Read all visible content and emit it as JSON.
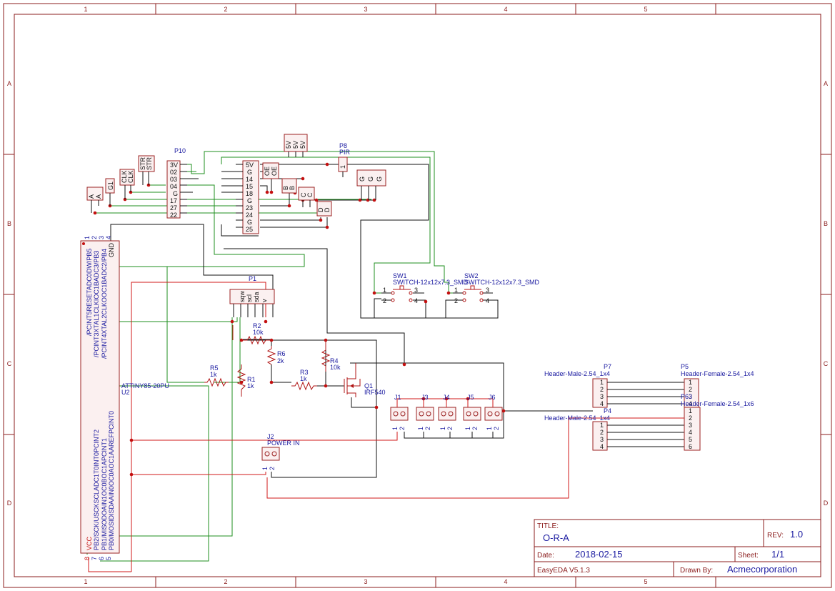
{
  "frame": {
    "columns": [
      "1",
      "2",
      "3",
      "4",
      "5"
    ],
    "rows": [
      "A",
      "B",
      "C",
      "D"
    ]
  },
  "title_block": {
    "title_label": "TITLE:",
    "title": "O-R-A",
    "rev_label": "REV:",
    "rev": "1.0",
    "date_label": "Date:",
    "date": "2018-02-15",
    "sheet_label": "Sheet:",
    "sheet": "1/1",
    "software": "EasyEDA V5.1.3",
    "drawn_by_label": "Drawn By:",
    "drawn_by": "Acmecorporation"
  },
  "components": {
    "P10": {
      "ref": "P10",
      "pins": [
        "3V",
        "02",
        "03",
        "04",
        "G",
        "17",
        "27",
        "22"
      ]
    },
    "P10b": {
      "pins": [
        "5V",
        "G",
        "14",
        "15",
        "18",
        "G",
        "23",
        "24",
        "G",
        "25"
      ]
    },
    "P8": {
      "ref": "P8",
      "value": "PIR",
      "pin": "1"
    },
    "V5": {
      "labels": [
        "5V",
        "5V",
        "5V"
      ]
    },
    "CLK": {
      "labels": [
        "CLK",
        "CLK"
      ]
    },
    "STR": {
      "labels": [
        "STR",
        "STR"
      ]
    },
    "G1": {
      "label": "G1"
    },
    "A": {
      "labels": [
        "A",
        "A"
      ]
    },
    "OE": {
      "labels": [
        "OE",
        "OE"
      ]
    },
    "B": {
      "labels": [
        "B",
        "B"
      ]
    },
    "C": {
      "labels": [
        "C",
        "C"
      ]
    },
    "D": {
      "labels": [
        "D",
        "D"
      ]
    },
    "GGG": {
      "labels": [
        "G",
        "G",
        "G"
      ]
    },
    "P1": {
      "ref": "P1",
      "pins": [
        "sqw",
        "scl",
        "sda",
        "v"
      ]
    },
    "U2": {
      "ref": "U2",
      "value": "ATTINY85-20PU",
      "top_pins": [
        "/PCINT5RESETADC0DW/PB5",
        "/PCINT3XTAL1CLKIOC1BADC3/PB3",
        "/PCINT4XTAL2CLKOOC1BADC2/PB4",
        "GND"
      ],
      "top_pin_numbers": [
        "1",
        "2",
        "3",
        "4"
      ],
      "bottom_pins": [
        "VCC",
        "PB2/SCK/USCKSCLADC1T0INT0PCINT2",
        "PB1/MISODOAIN1OC0BOC1APCINT1",
        "PB0/MOSIDISDAAIN0OC0AOC1AAREFPCINT0"
      ],
      "bottom_pin_numbers": [
        "8",
        "7",
        "6",
        "5"
      ]
    },
    "R1": {
      "ref": "R1",
      "value": "1k"
    },
    "R2": {
      "ref": "R2",
      "value": "10k"
    },
    "R3": {
      "ref": "R3",
      "value": "1k"
    },
    "R4": {
      "ref": "R4",
      "value": "10k"
    },
    "R5": {
      "ref": "R5",
      "value": "1k"
    },
    "R6": {
      "ref": "R6",
      "value": "2k"
    },
    "Q1": {
      "ref": "Q1",
      "value": "IRF540"
    },
    "SW1": {
      "ref": "SW1",
      "value": "SWITCH-12x12x7.3_SMD",
      "pins": [
        "1",
        "2",
        "3",
        "4"
      ]
    },
    "SW2": {
      "ref": "SW2",
      "value": "SWITCH-12x12x7.3_SMD",
      "pins": [
        "1",
        "2",
        "3",
        "4"
      ]
    },
    "J1": {
      "ref": "J1",
      "pins": [
        "1",
        "2"
      ]
    },
    "J3": {
      "ref": "J3",
      "pins": [
        "1",
        "2"
      ]
    },
    "J4": {
      "ref": "J4",
      "pins": [
        "1",
        "2"
      ]
    },
    "J5": {
      "ref": "J5",
      "pins": [
        "1",
        "2"
      ]
    },
    "J6": {
      "ref": "J6",
      "pins": [
        "1",
        "2"
      ]
    },
    "J2": {
      "ref": "J2",
      "value": "POWER IN",
      "pins": [
        "1",
        "2"
      ]
    },
    "P7": {
      "ref": "P7",
      "value": "Header-Male-2.54_1x4",
      "pins": [
        "1",
        "2",
        "3",
        "4"
      ]
    },
    "P5": {
      "ref": "P5",
      "value": "Header-Female-2.54_1x4",
      "pins": [
        "1",
        "2",
        "3",
        "4"
      ]
    },
    "P6": {
      "ref": "P63",
      "value": "Header-Female-2.54_1x6",
      "pins": [
        "1",
        "2",
        "3",
        "4",
        "5",
        "6"
      ]
    },
    "P4": {
      "ref": "P4",
      "value": "Header-Male-2.54_1x4",
      "pins": [
        "1",
        "2",
        "3",
        "4"
      ]
    }
  },
  "colors": {
    "frame": "#8b1c1c",
    "wire_green": "#1f8f1f",
    "wire_black": "#111111",
    "wire_red": "#d11919",
    "part_fill": "#fbf0f0",
    "ref_text": "#1a1aa0"
  }
}
